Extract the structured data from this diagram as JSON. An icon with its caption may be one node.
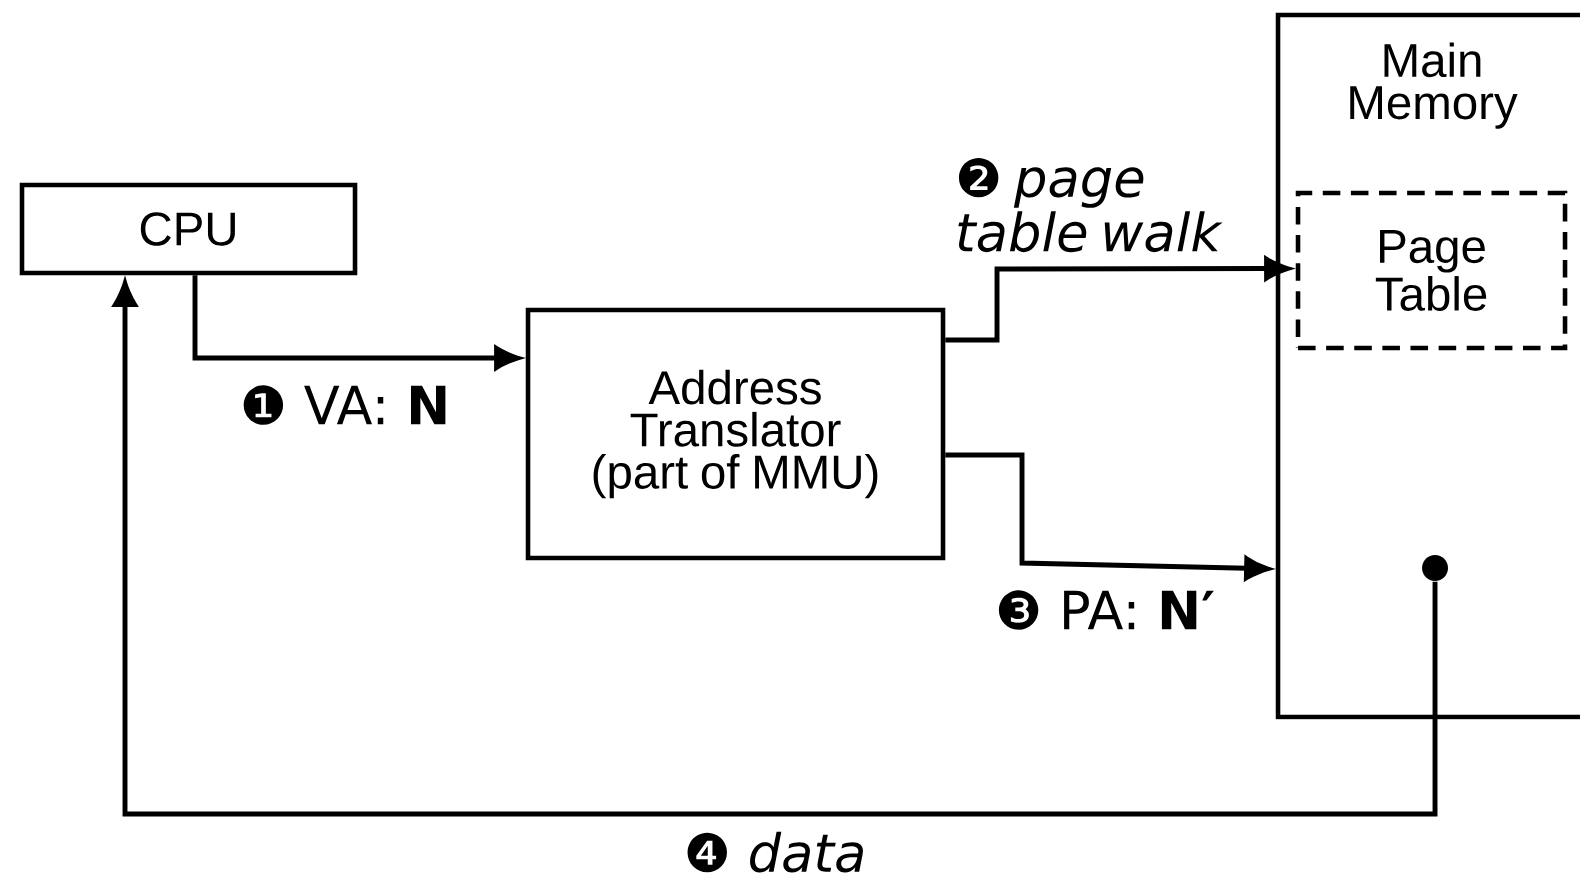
{
  "diagram": {
    "nodes": [
      {
        "text": [
          "CPU"
        ]
      },
      {
        "text": [
          "Address Translator (part of MMU)"
        ]
      },
      {
        "text": [
          "Main Memory"
        ]
      },
      {
        "text": [
          "Page Table"
        ],
        "in": 2
      },
      {
        "text": [],
        "shape": "circle",
        "in": 2
      }
    ],
    "edges": [
      {
        "from": 0,
        "to": 1,
        "arrow": "to",
        "label": "❶ VA: **N**"
      },
      {
        "from": 1,
        "to": 3,
        "arrow": "to",
        "label": "❷ *page table walk*"
      },
      {
        "from": 1,
        "to": 2,
        "arrow": "to",
        "label": "❸ PA: **N′**"
      },
      {
        "from": 4,
        "to": 0,
        "arrow": "to",
        "label": "❹ *data*"
      }
    ]
  }
}
